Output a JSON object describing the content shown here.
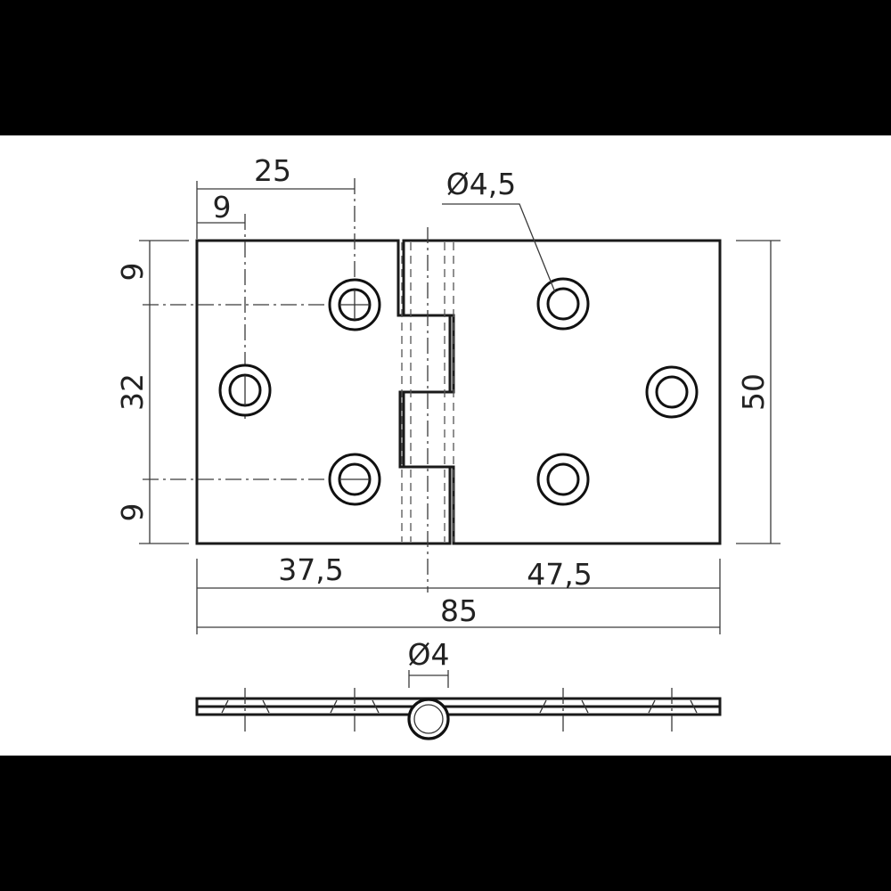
{
  "drawing": {
    "subject": "Flat hinge (butt hinge) technical drawing",
    "units": "mm",
    "colors": {
      "background_band": "#000000",
      "sheet": "#ffffff",
      "line": "#1a1a1a"
    },
    "dimensions": {
      "top_hole_offset_25": "25",
      "top_hole_offset_9": "9",
      "hole_diameter": "Ø4,5",
      "left_top_9": "9",
      "left_middle_32": "32",
      "left_bottom_9": "9",
      "height_50": "50",
      "left_leaf_width": "37,5",
      "right_leaf_width": "47,5",
      "overall_width": "85",
      "pin_diameter": "Ø4"
    },
    "views": {
      "front": "Plan view with 6 countersunk holes (3 per leaf) and interlocking knuckles",
      "side": "Edge view showing leaf thickness, countersinks and hinge pin"
    }
  }
}
